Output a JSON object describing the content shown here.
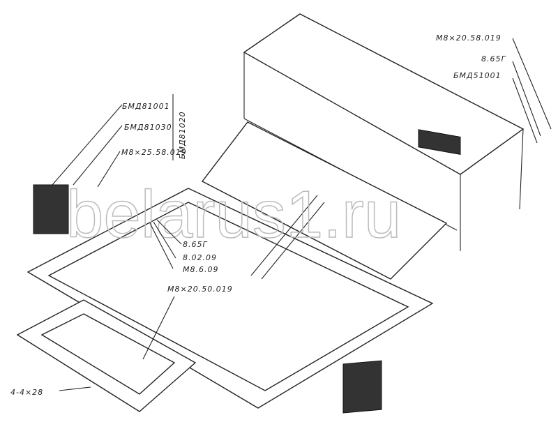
{
  "watermark": "belarus1.ru",
  "labels": {
    "bmd81001": "БМД81001",
    "bmd81030": "БМД81030",
    "m8_25_58": "М8×25.58.019",
    "bmd81020": "БМД81020",
    "m8_20_58": "М8×20.58.019",
    "n8_65g_right": "8.65Г",
    "bmd51001": "БМД51001",
    "n8_65g_left": "8.65Г",
    "n8_02_09": "8.02.09",
    "m8_6_09": "М8.6.09",
    "m8_20_50": "М8×20.50.019",
    "n4_4_28": "4-4×28"
  }
}
